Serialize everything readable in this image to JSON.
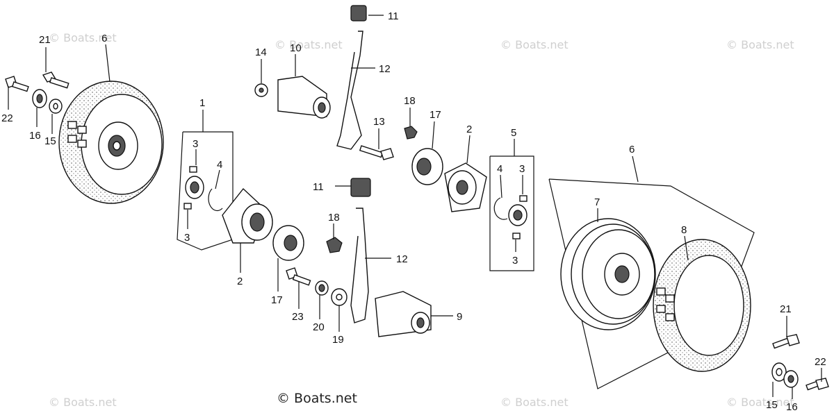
{
  "watermark": {
    "text": "© Boats.net",
    "main_text": "© Boats.net"
  },
  "callouts": [
    {
      "id": "c11a",
      "text": "11"
    },
    {
      "id": "c12a",
      "text": "12"
    },
    {
      "id": "c10",
      "text": "10"
    },
    {
      "id": "c14",
      "text": "14"
    },
    {
      "id": "c21a",
      "text": "21"
    },
    {
      "id": "c6a",
      "text": "6"
    },
    {
      "id": "c22a",
      "text": "22"
    },
    {
      "id": "c16a",
      "text": "16"
    },
    {
      "id": "c15a",
      "text": "15"
    },
    {
      "id": "c1",
      "text": "1"
    },
    {
      "id": "c3a",
      "text": "3"
    },
    {
      "id": "c4a",
      "text": "4"
    },
    {
      "id": "c3b",
      "text": "3"
    },
    {
      "id": "c2a",
      "text": "2"
    },
    {
      "id": "c17a",
      "text": "17"
    },
    {
      "id": "c13",
      "text": "13"
    },
    {
      "id": "c18a",
      "text": "18"
    },
    {
      "id": "c17b",
      "text": "17"
    },
    {
      "id": "c2b",
      "text": "2"
    },
    {
      "id": "c5",
      "text": "5"
    },
    {
      "id": "c4b",
      "text": "4"
    },
    {
      "id": "c3c",
      "text": "3"
    },
    {
      "id": "c3d",
      "text": "3"
    },
    {
      "id": "c6b",
      "text": "6"
    },
    {
      "id": "c7",
      "text": "7"
    },
    {
      "id": "c8",
      "text": "8"
    },
    {
      "id": "c11b",
      "text": "11"
    },
    {
      "id": "c18b",
      "text": "18"
    },
    {
      "id": "c12b",
      "text": "12"
    },
    {
      "id": "c23",
      "text": "23"
    },
    {
      "id": "c20",
      "text": "20"
    },
    {
      "id": "c19",
      "text": "19"
    },
    {
      "id": "c9",
      "text": "9"
    },
    {
      "id": "c21b",
      "text": "21"
    },
    {
      "id": "c22b",
      "text": "22"
    },
    {
      "id": "c15b",
      "text": "15"
    },
    {
      "id": "c16b",
      "text": "16"
    }
  ],
  "icons": {
    "wheel": "wheel-icon",
    "bracket": "bracket-icon",
    "bolt": "bolt-icon",
    "washer": "washer-icon",
    "nut": "nut-icon"
  }
}
